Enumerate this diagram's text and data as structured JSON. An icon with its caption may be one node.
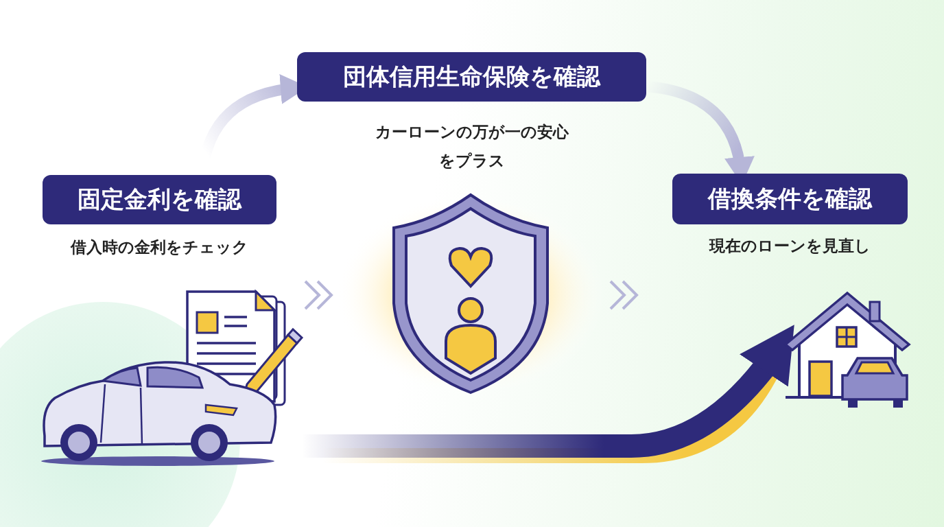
{
  "diagram": {
    "nodes": [
      {
        "text": [
          "固定金利を確認"
        ],
        "beside": [
          "借入時の金利をチェック"
        ]
      },
      {
        "text": [
          "団体信用生命保険を確認"
        ],
        "beside": [
          "カーローンの万が一の安心をプラス"
        ]
      },
      {
        "text": [
          "借換条件を確認"
        ],
        "beside": [
          "現在のローンを見直し"
        ]
      },
      {
        "text": [],
        "shape": "picture"
      },
      {
        "text": [],
        "shape": "picture"
      },
      {
        "text": [],
        "shape": "picture"
      }
    ],
    "edges": [
      {
        "from": 0,
        "to": 1,
        "arrow": "to"
      },
      {
        "from": 1,
        "to": 2,
        "arrow": "to"
      },
      {
        "from": 3,
        "to": 4,
        "arrow": "to"
      },
      {
        "from": 4,
        "to": null,
        "arrow": "to"
      },
      {
        "from": 3,
        "to": 5,
        "arrow": "to",
        "style": "thick",
        "color": "#2e2a7a"
      }
    ]
  }
}
